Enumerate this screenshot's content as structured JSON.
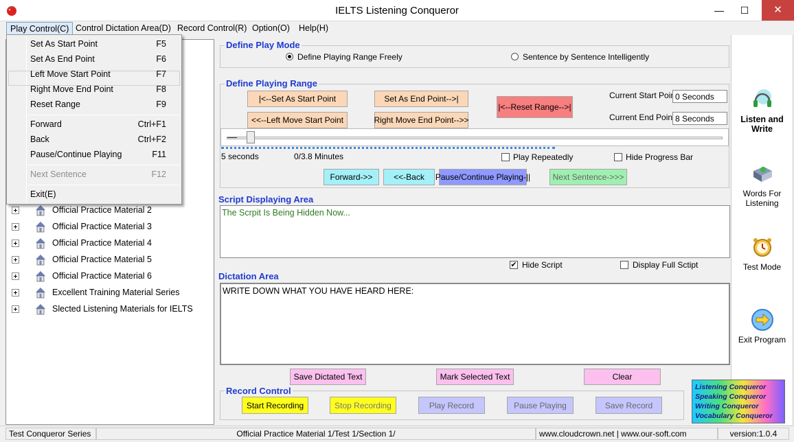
{
  "window": {
    "title": "IELTS Listening Conqueror",
    "minimize_glyph": "—",
    "maximize_glyph": "☐",
    "close_glyph": "✕"
  },
  "menubar": {
    "items": [
      "Play Control(C)",
      "Control Dictation Area(D)",
      "Record Control(R)",
      "Option(O)",
      "Help(H)"
    ]
  },
  "dropdown": {
    "items": [
      {
        "label": "Set As Start Point",
        "key": "F5",
        "enabled": true
      },
      {
        "label": "Set As End Point",
        "key": "F6",
        "enabled": true
      },
      {
        "label": "Left Move Start Point",
        "key": "F7",
        "enabled": true
      },
      {
        "label": "Right Move End Point",
        "key": "F8",
        "enabled": true
      },
      {
        "label": "Reset Range",
        "key": "F9",
        "enabled": true
      },
      {
        "label": "Forward",
        "key": "Ctrl+F1",
        "enabled": true
      },
      {
        "label": "Back",
        "key": "Ctrl+F2",
        "enabled": true
      },
      {
        "label": "Pause/Continue Playing",
        "key": "F11",
        "enabled": true
      },
      {
        "label": "Next Sentence",
        "key": "F12",
        "enabled": false
      },
      {
        "label": "Exit(E)",
        "key": "",
        "enabled": true
      }
    ]
  },
  "tree": {
    "items": [
      "Official Practice Material 2",
      "Official Practice Material 3",
      "Official Practice Material 4",
      "Official Practice Material 5",
      "Official Practice Material 6",
      "Excellent Training Material Series",
      "Slected Listening Materials for IELTS"
    ]
  },
  "play_mode": {
    "title": "Define Play Mode",
    "option_free": "Define Playing Range Freely",
    "option_sentence": "Sentence by Sentence Intelligently",
    "selected": "free"
  },
  "playing_range": {
    "title": "Define Playing Range",
    "set_start": "|<--Set As Start Point",
    "set_end": "Set As End Point-->|",
    "left_move": "<<--Left Move Start Point",
    "right_move": "Right Move End Point-->>",
    "reset": "|<--Reset Range-->|",
    "start_label": "Current Start Point:",
    "start_value": "0 Seconds",
    "end_label": "Current  End Point:",
    "end_value": "8 Seconds",
    "slider_position": 0.04,
    "seconds_label": "5 seconds",
    "minutes_label": "0/3.8 Minutes",
    "play_repeatedly": "Play Repeatedly",
    "play_repeatedly_checked": false,
    "hide_progress": "Hide Progress Bar",
    "hide_progress_checked": false,
    "forward": "Forward->>",
    "back": "<<-Back",
    "pause": "Pause/Continue Playing-||",
    "next_sentence": "Next Sentence->>>"
  },
  "script_area": {
    "title": "Script Displaying Area",
    "text": "The Scrpit Is Being Hidden Now...",
    "hide_script": "Hide Script",
    "hide_script_checked": true,
    "display_full": "Display Full Sctipt",
    "display_full_checked": false,
    "check_glyph": "✔"
  },
  "dictation": {
    "title": "Dictation Area",
    "text": "WRITE DOWN WHAT YOU HAVE HEARD HERE:",
    "save": "Save Dictated Text",
    "mark": "Mark Selected Text",
    "clear": "Clear"
  },
  "record": {
    "title": "Record Control",
    "start": "Start Recording",
    "stop": "Stop Recording",
    "play": "Play Record",
    "pause": "Pause Playing",
    "save": "Save Record"
  },
  "side": {
    "listen_write": "Listen and Write",
    "words": "Words For Listening",
    "test": "Test Mode",
    "exit": "Exit Program"
  },
  "ad": {
    "lines": [
      "Listening Conqueror",
      "Speaking Conqueror",
      "Writing Conqueror",
      "Vocabulary Conqueror"
    ]
  },
  "status": {
    "series": "Test Conqueror Series",
    "path": "Official Practice Material 1/Test 1/Section 1/",
    "site": "www.cloudcrown.net | www.our-soft.com",
    "version": "version:1.0.4"
  },
  "colors": {
    "accent_blue": "#1f3bd1",
    "orange_button": "#fbd7b7",
    "red_button": "#f77f7f",
    "cyan_button": "#a4f0f8",
    "blue_button": "#9099ff",
    "green_button": "#9ff0b0",
    "pink_button": "#fbc0ee",
    "yellow_button": "#ffff1e",
    "lavender_button": "#c6c6ff"
  },
  "icons": {
    "app": "tomato-icon",
    "listen": "headset-icon",
    "words": "book-icon",
    "test": "alarm-clock-icon",
    "exit": "arrow-right-icon",
    "tree": "house-icon"
  }
}
